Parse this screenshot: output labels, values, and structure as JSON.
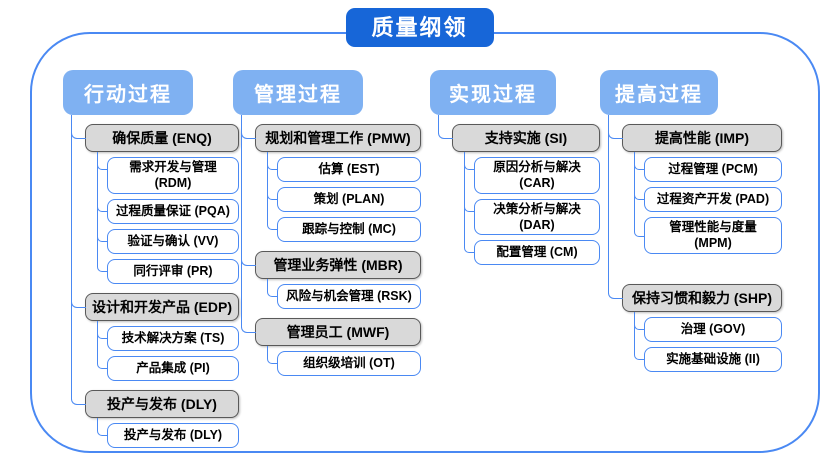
{
  "title": "质量纲领",
  "colors": {
    "line": "#4a89f3",
    "title-bg": "#1766d8",
    "header-bg": "#7fb1f2",
    "gray-fill": "#d9d9d9",
    "gray-border": "#595959"
  },
  "columns": [
    {
      "header": "行动过程",
      "groups": [
        {
          "label": "确保质量 (ENQ)",
          "items": [
            "需求开发与管理 (RDM)",
            "过程质量保证 (PQA)",
            "验证与确认 (VV)",
            "同行评审 (PR)"
          ]
        },
        {
          "label": "设计和开发产品 (EDP)",
          "items": [
            "技术解决方案 (TS)",
            "产品集成 (PI)"
          ]
        },
        {
          "label": "投产与发布 (DLY)",
          "items": [
            "投产与发布 (DLY)"
          ]
        }
      ]
    },
    {
      "header": "管理过程",
      "groups": [
        {
          "label": "规划和管理工作 (PMW)",
          "items": [
            "估算 (EST)",
            "策划 (PLAN)",
            "跟踪与控制 (MC)"
          ]
        },
        {
          "label": "管理业务弹性 (MBR)",
          "items": [
            "风险与机会管理 (RSK)"
          ]
        },
        {
          "label": "管理员工 (MWF)",
          "items": [
            "组织级培训 (OT)"
          ]
        }
      ]
    },
    {
      "header": "实现过程",
      "groups": [
        {
          "label": "支持实施 (SI)",
          "items": [
            "原因分析与解决 (CAR)",
            "决策分析与解决 (DAR)",
            "配置管理 (CM)"
          ]
        }
      ]
    },
    {
      "header": "提高过程",
      "groups": [
        {
          "label": "提高性能 (IMP)",
          "items": [
            "过程管理 (PCM)",
            "过程资产开发 (PAD)",
            "管理性能与度量 (MPM)"
          ]
        },
        {
          "label": "保持习惯和毅力 (SHP)",
          "items": [
            "治理 (GOV)",
            "实施基础设施 (II)"
          ]
        }
      ]
    }
  ]
}
